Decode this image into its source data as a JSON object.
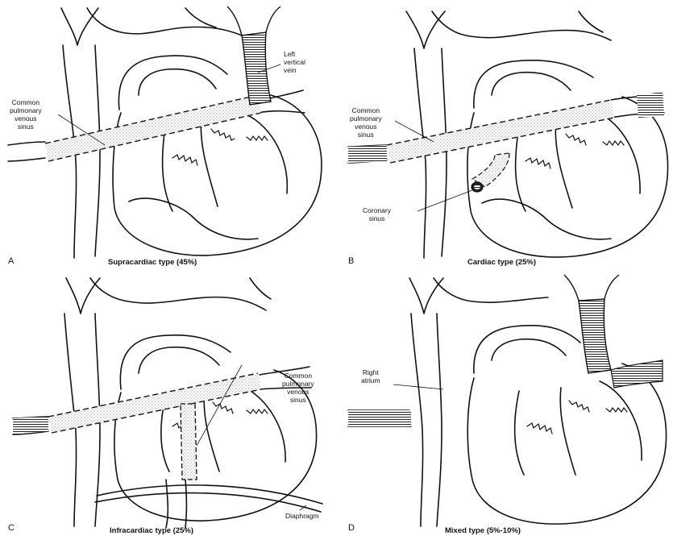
{
  "panels": [
    {
      "letter": "A",
      "caption": "Supracardiac type (45%)",
      "labels": {
        "sinus": [
          "Common",
          "pulmonary",
          "venous",
          "sinus"
        ],
        "vein": [
          "Left",
          "vertical",
          "vein"
        ]
      }
    },
    {
      "letter": "B",
      "caption": "Cardiac type (25%)",
      "labels": {
        "sinus": [
          "Common",
          "pulmonary",
          "venous",
          "sinus"
        ],
        "coronary": [
          "Coronary",
          "sinus"
        ]
      }
    },
    {
      "letter": "C",
      "caption": "Infracardiac type (25%)",
      "labels": {
        "sinus": [
          "Common",
          "pulmonary",
          "venous",
          "sinus"
        ],
        "diaphragm": "Diaphragm"
      }
    },
    {
      "letter": "D",
      "caption": "Mixed type (5%-10%)",
      "labels": {
        "atrium": [
          "Right",
          "atrium"
        ]
      }
    }
  ]
}
